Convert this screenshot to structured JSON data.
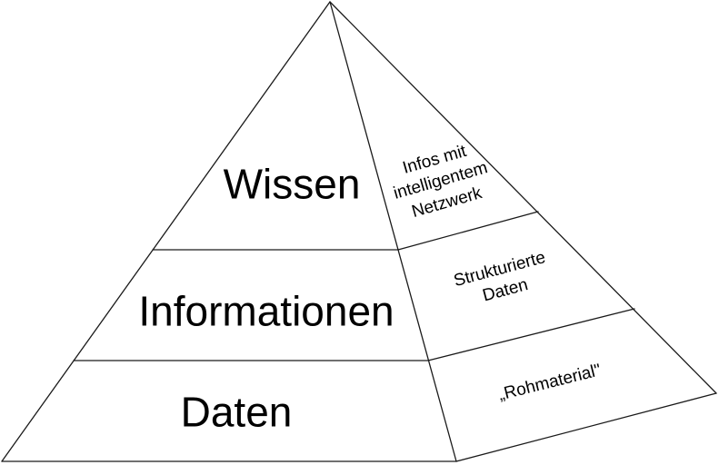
{
  "pyramid": {
    "front_levels": [
      {
        "label": "Wissen"
      },
      {
        "label": "Informationen"
      },
      {
        "label": "Daten"
      }
    ],
    "side_levels": [
      {
        "label": "Infos mit\nintelligentem\nNetzwerk"
      },
      {
        "label": "Strukturierte\nDaten"
      },
      {
        "label": "„Rohmaterial\""
      }
    ],
    "colors": {
      "line": "#1a1a1a",
      "text": "#000000",
      "background": "#ffffff"
    }
  }
}
